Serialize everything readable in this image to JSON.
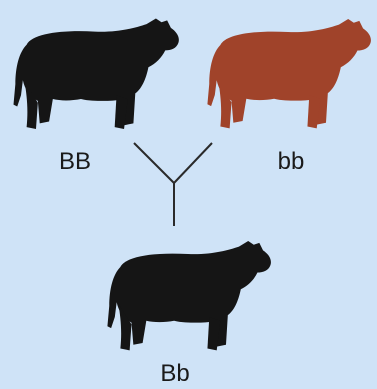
{
  "colors": {
    "background": "#cfe3f7",
    "black_cow": "#151515",
    "red_cow": "#a0432a",
    "connector": "#2a2a2a"
  },
  "parents": {
    "left": {
      "genotype": "BB",
      "icon": "black-cow-icon"
    },
    "right": {
      "genotype": "bb",
      "icon": "red-cow-icon"
    }
  },
  "offspring": {
    "genotype": "Bb",
    "icon": "black-cow-icon"
  }
}
